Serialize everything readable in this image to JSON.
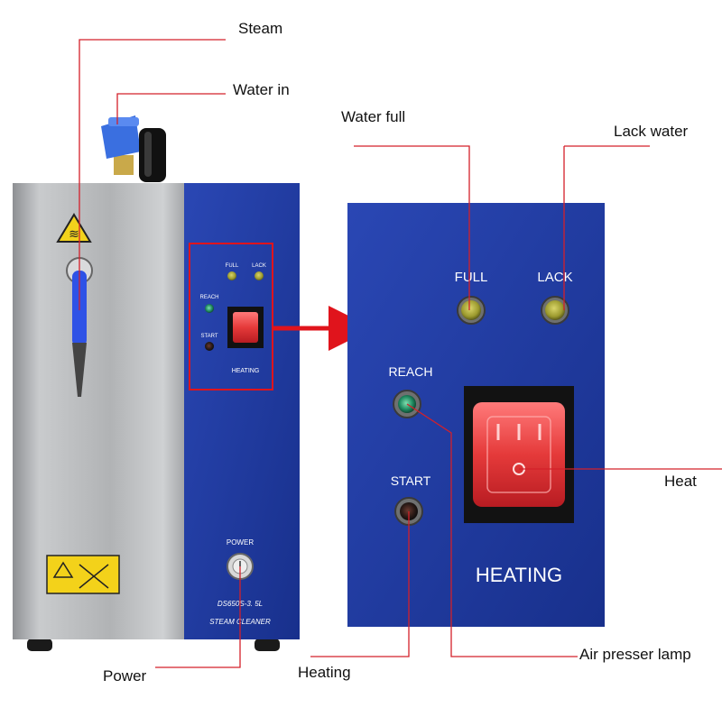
{
  "callouts": {
    "steam": "Steam",
    "water_in": "Water in",
    "water_full": "Water full",
    "lack_water": "Lack water",
    "heat": "Heat",
    "air_presser_lamp": "Air presser lamp",
    "heating": "Heating",
    "power": "Power"
  },
  "machine": {
    "small_panel": {
      "full": "FULL",
      "lack": "LACK",
      "reach": "REACH",
      "start": "START",
      "heating": "HEATING"
    },
    "power_label": "POWER",
    "model": "DS650S-3. 5L",
    "product": "STEAM CLEANER"
  },
  "zoom_panel": {
    "full": "FULL",
    "lack": "LACK",
    "reach": "REACH",
    "start": "START",
    "heating": "HEATING"
  },
  "colors": {
    "panel_blue": "#1f3aa0",
    "callout_red": "#d4202a",
    "steel": "#b4b6b8",
    "lamp_olive": "#b6b03a",
    "switch_red": "#e83a3a"
  }
}
